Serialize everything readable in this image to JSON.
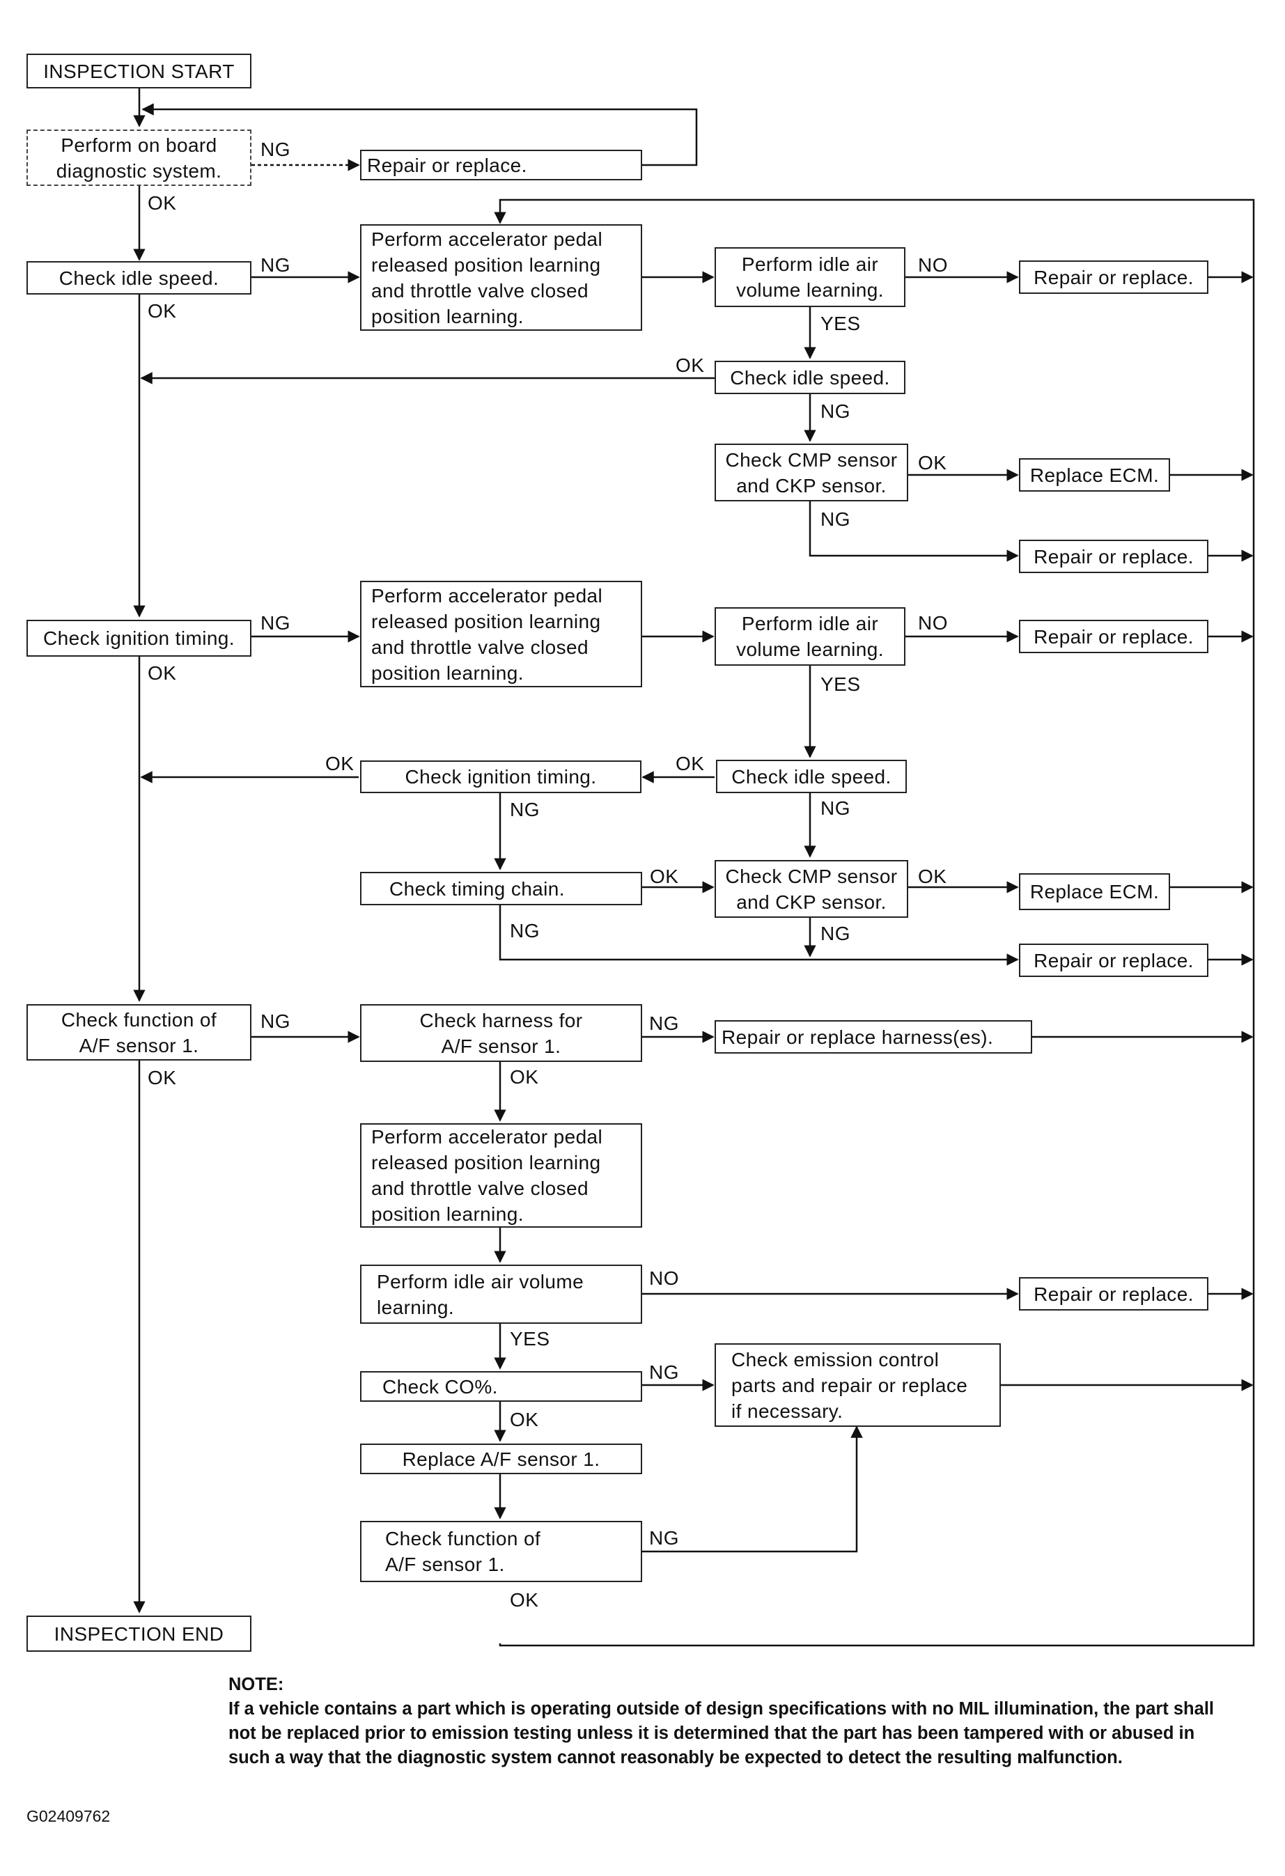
{
  "flowchart": {
    "start": "INSPECTION START",
    "end": "INSPECTION END",
    "s1_on_board_diag": "Perform on board\ndiagnostic system.",
    "s1_repair": "Repair or replace.",
    "s2_check_idle_speed": "Check idle speed.",
    "s2_pedal_learning": "Perform accelerator pedal\nreleased position learning\nand throttle valve closed\nposition learning.",
    "s2_idle_air": "Perform idle air\nvolume learning.",
    "s2_repair": "Repair or replace.",
    "s2_check_idle_speed_2": "Check idle speed.",
    "s2_check_cmp_ckp": "Check CMP sensor\nand CKP sensor.",
    "s2_replace_ecm": "Replace ECM.",
    "s2_repair_2": "Repair or replace.",
    "s3_check_ign_timing": "Check ignition timing.",
    "s3_pedal_learning": "Perform accelerator pedal\nreleased position learning\nand throttle valve closed\nposition learning.",
    "s3_idle_air": "Perform idle air\nvolume learning.",
    "s3_repair": "Repair or replace.",
    "s3_check_ign_timing_2": "Check ignition timing.",
    "s3_check_idle_speed": "Check idle speed.",
    "s3_check_timing_chain": "Check timing chain.",
    "s3_check_cmp_ckp": "Check CMP sensor\nand CKP sensor.",
    "s3_replace_ecm": "Replace ECM.",
    "s3_repair_2": "Repair or replace.",
    "s4_check_af_function": "Check function of\nA/F sensor 1.",
    "s4_check_harness": "Check harness for\nA/F sensor 1.",
    "s4_repair_harness": "Repair or replace harness(es).",
    "s4_pedal_learning": "Perform accelerator pedal\nreleased position learning\nand throttle valve closed\nposition learning.",
    "s4_idle_air": "Perform idle air volume\nlearning.",
    "s4_repair": "Repair or replace.",
    "s4_check_co": "Check CO%.",
    "s4_check_emission": "Check emission control\nparts and repair or replace\nif necessary.",
    "s4_replace_af": "Replace A/F sensor 1.",
    "s4_check_af_function_2": "Check function of\nA/F sensor 1."
  },
  "labels": {
    "ok": "OK",
    "ng": "NG",
    "yes": "YES",
    "no": "NO"
  },
  "note": {
    "title": "NOTE:",
    "text": "If a vehicle contains a part which is operating outside of design specifications with no MIL illumination, the part shall not be replaced prior to emission testing unless it is determined that the part has been tampered with or abused in such a way that the diagnostic system cannot reasonably be expected to detect the resulting malfunction."
  },
  "figure_id": "G02409762"
}
